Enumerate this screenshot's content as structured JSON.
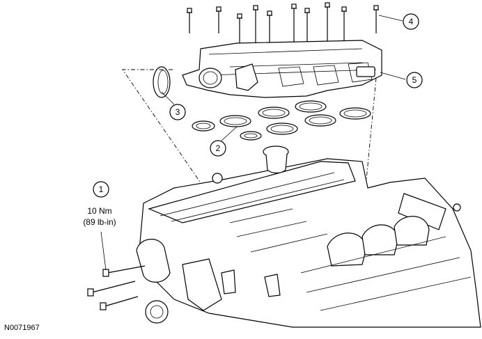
{
  "callouts": [
    "1",
    "2",
    "3",
    "4",
    "5"
  ],
  "torque": {
    "nm": "10 Nm",
    "lbin": "(89 lb-in)"
  },
  "figure_id": "N0071967"
}
